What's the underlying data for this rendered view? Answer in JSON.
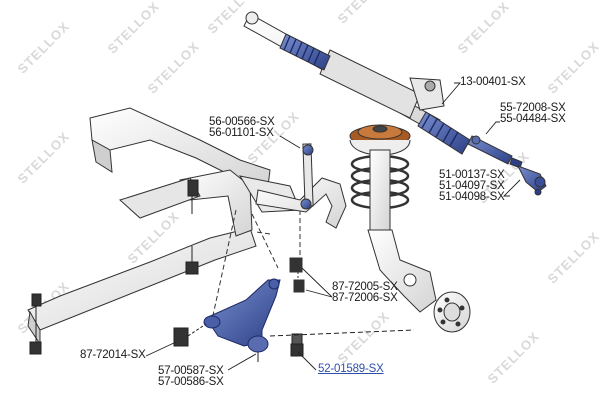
{
  "watermark": "STELLOX",
  "colors": {
    "accent": "#2f4ea8",
    "highlight": "#2f4ea8",
    "line": "#1a1a1a"
  },
  "labels": {
    "steering_rack": [
      "13-00401-SX"
    ],
    "tie_rod_axial": [
      "55-72008-SX",
      "55-04484-SX"
    ],
    "tie_rod_end": [
      "51-00137-SX",
      "51-04097-SX",
      "51-04098-SX"
    ],
    "stabilizer_link": [
      "56-00566-SX",
      "56-01101-SX"
    ],
    "stabilizer_bushing": [
      "87-72005-SX",
      "87-72006-SX"
    ],
    "arm_bushing": [
      "87-72014-SX"
    ],
    "control_arm": [
      "57-00587-SX",
      "57-00586-SX"
    ],
    "ball_joint": [
      "52-01589-SX"
    ]
  }
}
